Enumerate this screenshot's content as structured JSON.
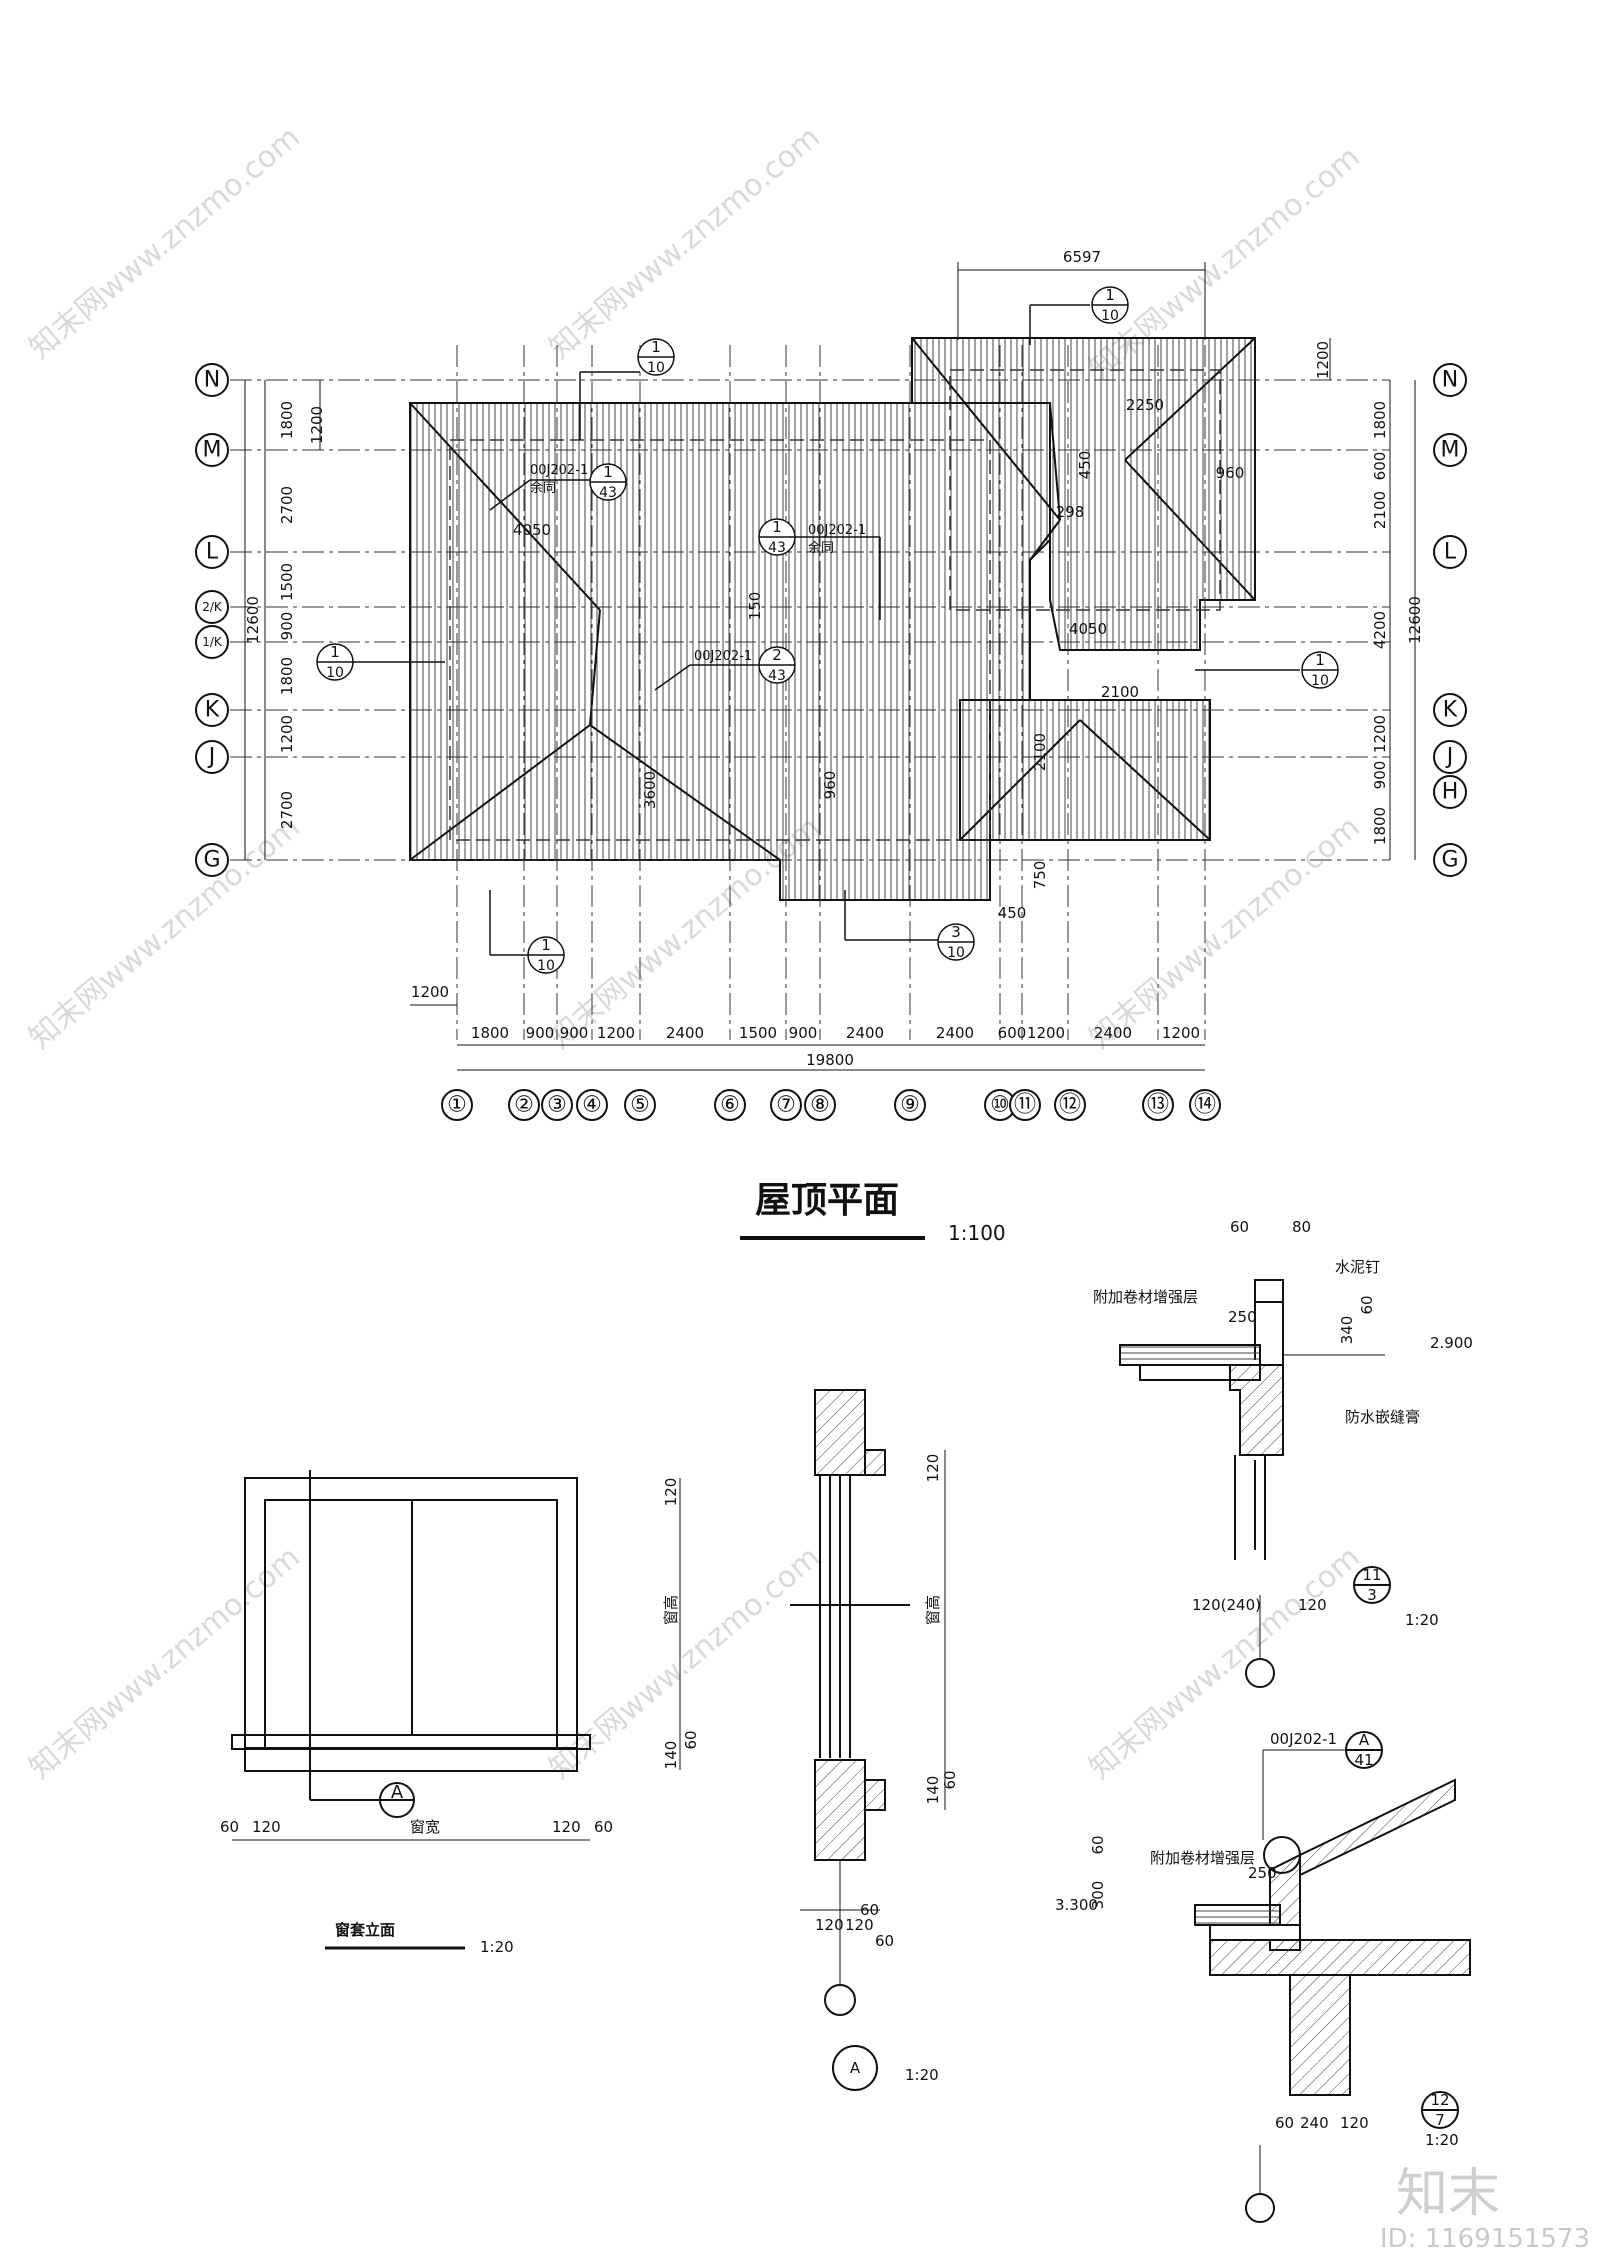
{
  "watermarks": [
    "知末网www.znzmo.com"
  ],
  "roof_plan": {
    "title": "屋顶平面",
    "scale": "1:100",
    "grid_rows": [
      "N",
      "M",
      "L",
      "2/K",
      "1/K",
      "K",
      "J",
      "G"
    ],
    "grid_rows_right": [
      "N",
      "M",
      "L",
      "K",
      "J",
      "H",
      "G"
    ],
    "grid_cols": [
      "①",
      "②",
      "③",
      "④",
      "⑤",
      "⑥",
      "⑦",
      "⑧",
      "⑨",
      "⑩",
      "⑪",
      "⑫",
      "⑬",
      "⑭"
    ],
    "col_dims": [
      "1800",
      "900",
      "900",
      "1200",
      "2400",
      "1500",
      "900",
      "2400",
      "2400",
      "600",
      "1200",
      "2400",
      "1200"
    ],
    "total_dim": "19800",
    "left_overhang": "1200",
    "left_dims": [
      "1800",
      "2700",
      "1500",
      "900",
      "1800",
      "1200",
      "2700"
    ],
    "left_total": "12600",
    "left_top": "1200",
    "right_dims": [
      "1800",
      "600",
      "2100",
      "4200",
      "1200",
      "900",
      "1800"
    ],
    "right_total": "12600",
    "right_top": "1200",
    "top_dim": "6597",
    "inner_dims": [
      "2250",
      "960",
      "450",
      "298",
      "4050",
      "150",
      "4050",
      "2100",
      "3600",
      "960",
      "2100",
      "750",
      "450"
    ],
    "refs": {
      "ref_1_10": {
        "num": "1",
        "den": "10"
      },
      "ref_1_43": {
        "num": "1",
        "den": "43"
      },
      "ref_2_43": {
        "num": "2",
        "den": "43"
      },
      "ref_3_10": {
        "num": "3",
        "den": "10"
      }
    },
    "callouts": [
      "00J202-1",
      "余同"
    ]
  },
  "window_elev": {
    "title": "窗套立面",
    "scale": "1:20",
    "width_label": "窗宽",
    "height_label": "窗高",
    "dims_bottom": [
      "60",
      "120",
      "120",
      "60"
    ],
    "dims_right": [
      "120",
      "140",
      "60"
    ],
    "ref": "A"
  },
  "section_a": {
    "ref": "A",
    "scale": "1:20",
    "dims_right": [
      "120",
      "140",
      "60"
    ],
    "height_label": "窗高",
    "dims_bottom": [
      "120",
      "120",
      "60",
      "60"
    ]
  },
  "detail_11": {
    "ref_num": "11",
    "ref_den": "3",
    "scale": "1:20",
    "labels": [
      "水泥钉",
      "附加卷材增强层",
      "防水嵌缝膏"
    ],
    "dims": [
      "60",
      "80",
      "250",
      "340",
      "60",
      "120(240)",
      "120"
    ],
    "elev": "2.900"
  },
  "detail_12": {
    "ref_num": "12",
    "ref_den": "7",
    "scale": "1:20",
    "callout": "00J202-1",
    "callout_ref": {
      "num": "A",
      "den": "41"
    },
    "labels": [
      "附加卷材增强层"
    ],
    "dims": [
      "60",
      "300",
      "250",
      "60",
      "240",
      "120"
    ],
    "elev": "3.300"
  },
  "footer": {
    "logo": "知末",
    "id": "ID: 1169151573"
  }
}
